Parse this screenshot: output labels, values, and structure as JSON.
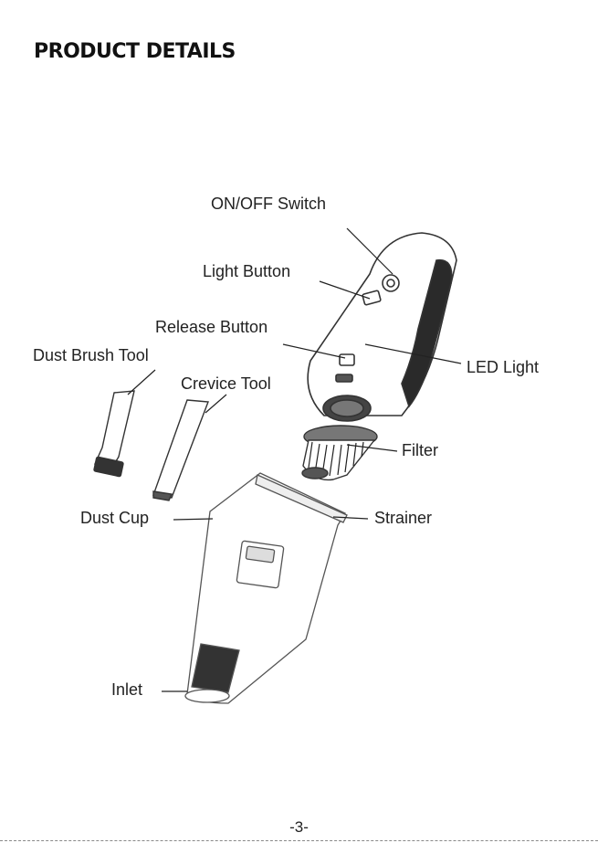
{
  "header": {
    "title": "PRODUCT DETAILS"
  },
  "labels": {
    "on_off_switch": "ON/OFF Switch",
    "light_button": "Light Button",
    "release_button": "Release Button",
    "dust_brush_tool": "Dust Brush Tool",
    "crevice_tool": "Crevice Tool",
    "led_light": "LED Light",
    "filter": "Filter",
    "dust_cup": "Dust Cup",
    "strainer": "Strainer",
    "inlet": "Inlet"
  },
  "footer": {
    "page_number": "-3-"
  }
}
